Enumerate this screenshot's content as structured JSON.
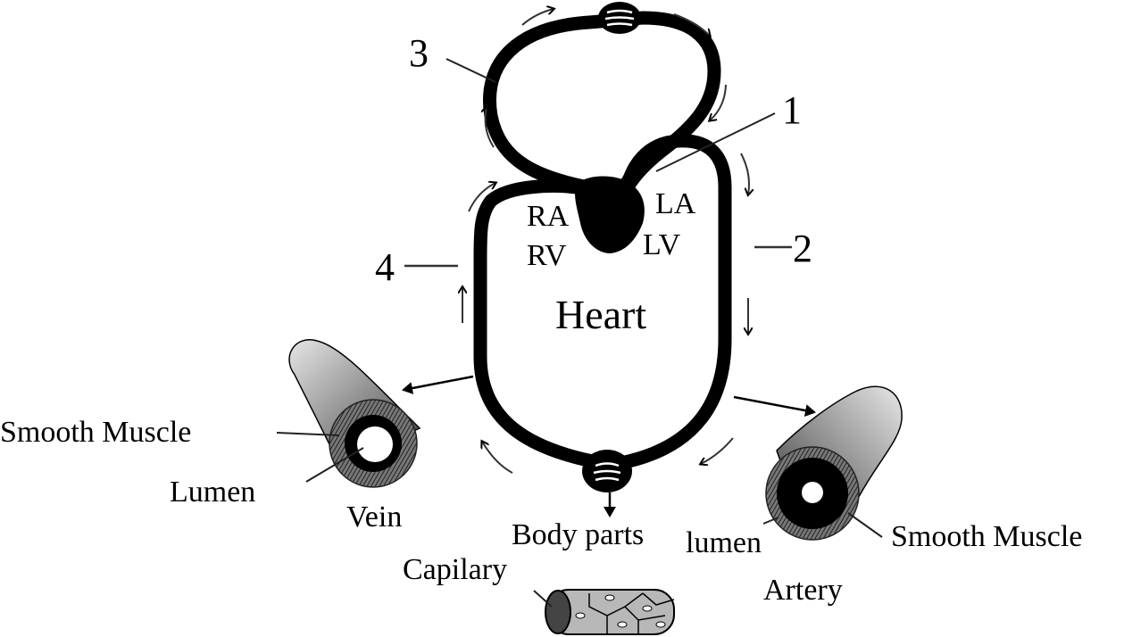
{
  "diagram": {
    "title": "Human circulatory system with blood vessel types",
    "numbers": {
      "n1": "1",
      "n2": "2",
      "n3": "3",
      "n4": "4"
    },
    "heart": {
      "label": "Heart",
      "chambers": {
        "ra": "RA",
        "rv": "RV",
        "la": "LA",
        "lv": "LV"
      }
    },
    "vein": {
      "name": "Vein",
      "smooth_muscle": "Smooth Muscle",
      "lumen": "Lumen"
    },
    "artery": {
      "name": "Artery",
      "smooth_muscle": "Smooth Muscle",
      "lumen": "lumen"
    },
    "capillary": {
      "name": "Capilary",
      "body_parts": "Body parts"
    },
    "colors": {
      "vessel": "#000000",
      "tube_light": "#e8e8e8",
      "tube_dark": "#555555",
      "capillary_fill": "#b8b8b8"
    }
  }
}
